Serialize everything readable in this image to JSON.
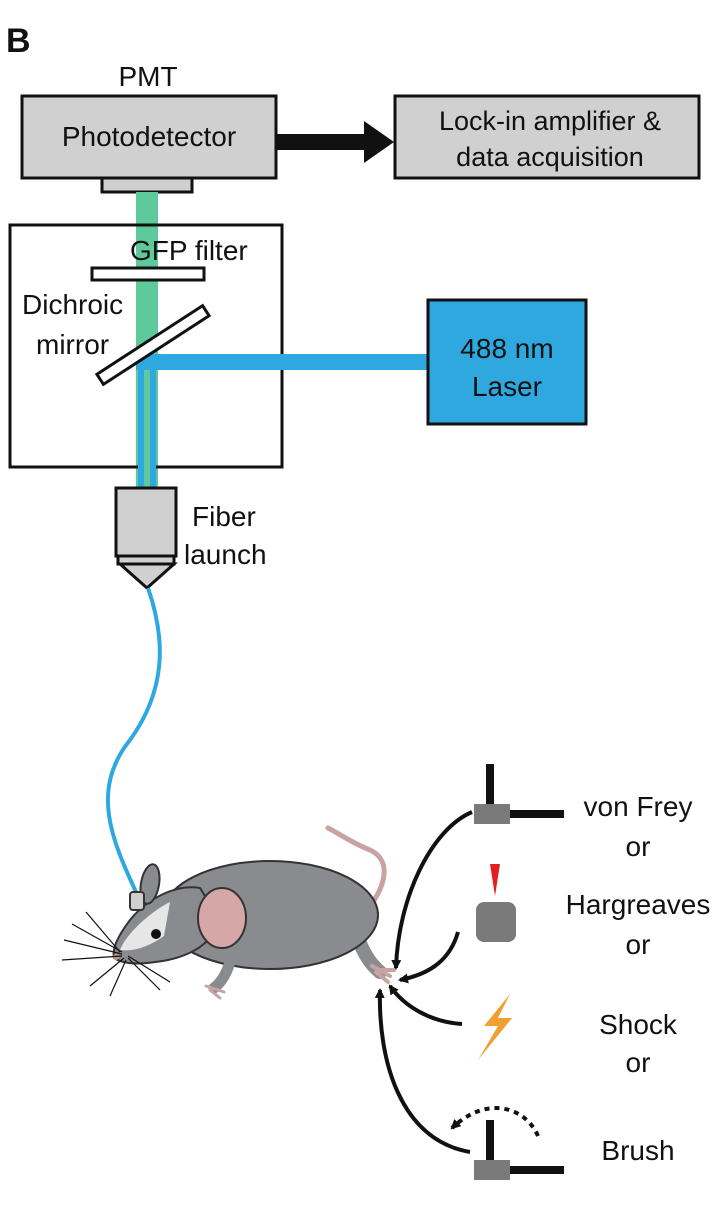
{
  "panel_label": "B",
  "detector": {
    "title": "PMT",
    "label": "Photodetector"
  },
  "acquisition": {
    "line1": "Lock-in amplifier &",
    "line2": "data acquisition"
  },
  "filter_cube": {
    "filter_label": "GFP filter",
    "mirror_line1": "Dichroic",
    "mirror_line2": "mirror"
  },
  "laser": {
    "line1": "488 nm",
    "line2": "Laser"
  },
  "fiber_launch": {
    "line1": "Fiber",
    "line2": "launch"
  },
  "stimuli": {
    "von_frey": "von Frey",
    "or_1": "or",
    "hargreaves": "Hargreaves",
    "or_2": "or",
    "shock": "Shock",
    "or_3": "or",
    "brush": "Brush"
  },
  "colors": {
    "gfp_green": "#5ec99b",
    "laser_blue": "#2fa8e0",
    "box_gray": "#d0d0d0",
    "mouse_gray": "#8a8b8e",
    "heat_red": "#e02020",
    "shock_orange": "#f0a030",
    "probe_gray": "#7a7a7a"
  }
}
